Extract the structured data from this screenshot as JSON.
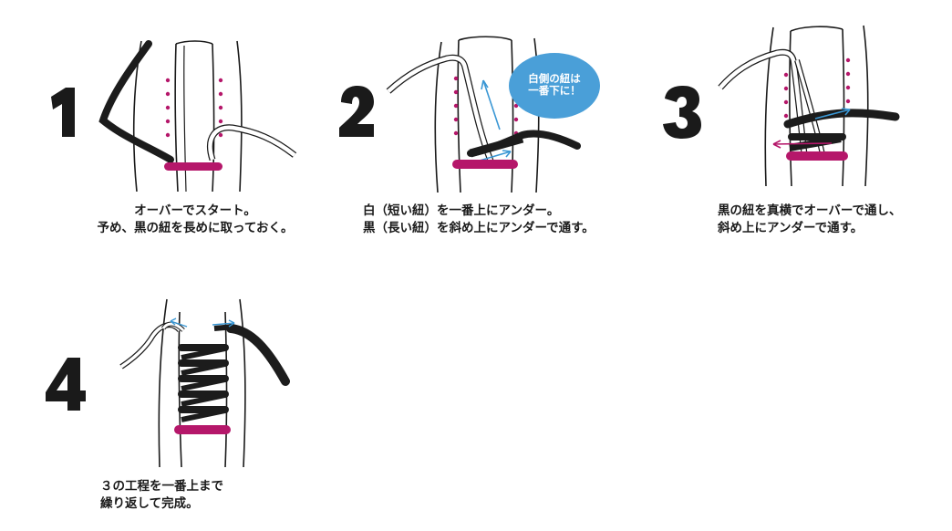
{
  "colors": {
    "magenta": "#b5176a",
    "black_lace": "#1c1c1c",
    "blue_arrow": "#3a97d4",
    "bubble": "#4a9fd8",
    "outline": "#1a1a1a"
  },
  "steps": [
    {
      "number": "1",
      "caption": [
        "オーバーでスタート。",
        "予め、黒の紐を長めに取っておく。"
      ]
    },
    {
      "number": "2",
      "bubble": [
        "白側の紐は",
        "一番下に！"
      ],
      "caption": [
        "白（短い紐）を一番上にアンダー。",
        "黒（長い紐）を斜め上にアンダーで通す。"
      ]
    },
    {
      "number": "3",
      "caption": [
        "黒の紐を真横でオーバーで通し、",
        "斜め上にアンダーで通す。"
      ]
    },
    {
      "number": "4",
      "caption": [
        "３の工程を一番上まで",
        "繰り返して完成。"
      ]
    }
  ]
}
